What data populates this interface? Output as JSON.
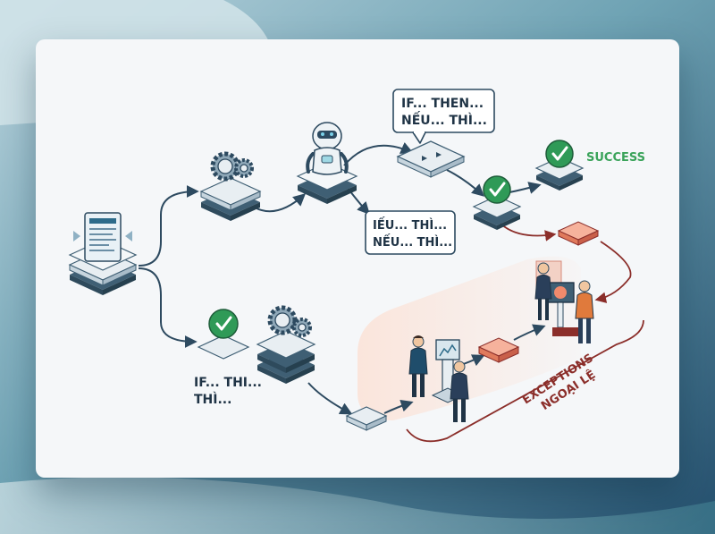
{
  "labels": {
    "if_then_top_line1": "IF... THEN...",
    "if_then_top_line2": "NẾU... THÌ...",
    "if_then_mid_line1": "IẾU... THÌ...",
    "if_then_mid_line2": "NẾU... THÌ...",
    "if_then_bottom_line1": "IF... THI...",
    "if_then_bottom_line2": "THÌ...",
    "success": "SUCCESS",
    "exceptions_line1": "EXCEPTIONS",
    "exceptions_line2": "NGOẠI LỆ"
  },
  "colors": {
    "accent_green": "#2f9a57",
    "success_text": "#3aa35a",
    "exception_red": "#8b2e2a",
    "exception_tile": "#f08a6c",
    "platform_dark": "#3f5f74",
    "platform_light": "#e8eef2",
    "connector": "#2d4a60"
  },
  "icons": [
    "document-icon",
    "gears-icon",
    "robot-icon",
    "checkmark-icon",
    "person-icon",
    "monitor-icon"
  ]
}
